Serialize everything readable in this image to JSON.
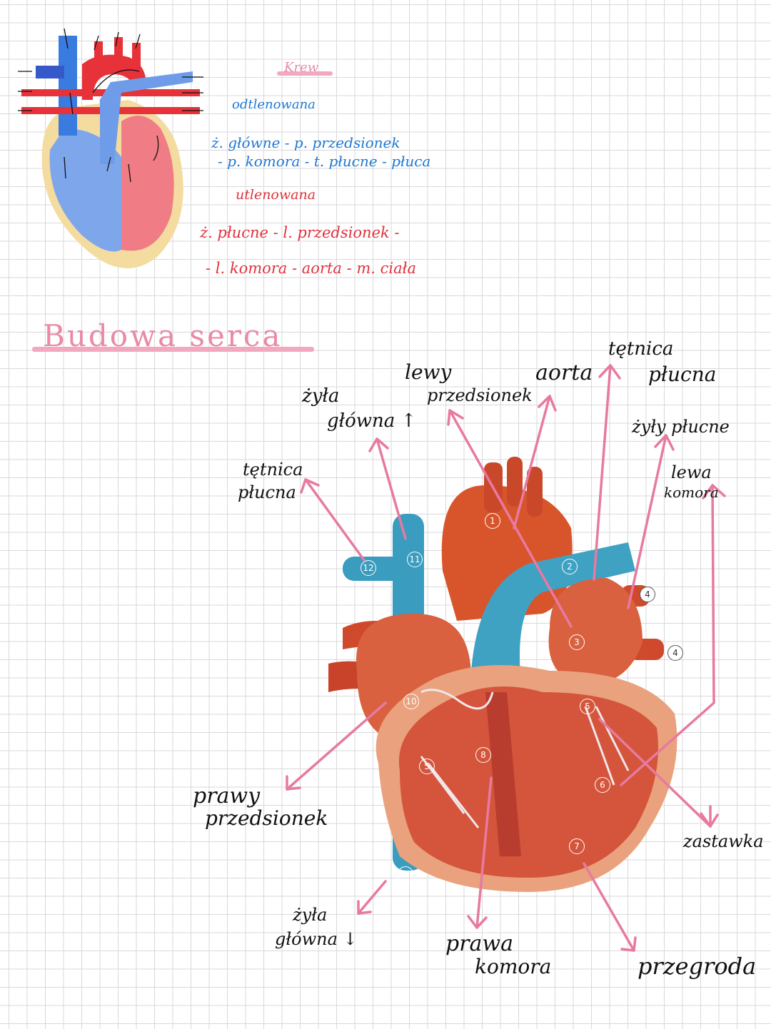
{
  "legend": {
    "title": "Krew",
    "deoxy_title": "odtlenowana",
    "deoxy_line1": "ż. główne - p. przedsionek",
    "deoxy_line2": "- p. komora - t. płucne - płuca",
    "oxy_title": "utlenowana",
    "oxy_line1": "ż. płucne - l. przedsionek -",
    "oxy_line2": "- l. komora - aorta - m. ciała"
  },
  "heading": "Budowa serca",
  "labels": {
    "tetnica_pluc_top": "tętnica",
    "tetnica_pluc_top2": "płucna",
    "aorta": "aorta",
    "lewy_przedsionek": "lewy",
    "lewy_przedsionek2": "przedsionek",
    "zyla_glowna_top": "żyła",
    "zyla_glowna_top2": "główna ↑",
    "zyly_plucne": "żyły płucne",
    "tetnica_plucna_left": "tętnica",
    "tetnica_plucna_left2": "płucna",
    "lewa_komora": "lewa",
    "lewa_komora2": "komora",
    "prawy_przedsionek": "prawy",
    "prawy_przedsionek2": "przedsionek",
    "zastawka": "zastawka",
    "zyla_glowna_bottom": "żyła",
    "zyla_glowna_bottom2": "główna ↓",
    "prawa_komora": "prawa",
    "prawa_komora2": "komora",
    "przegroda": "przegroda"
  },
  "numbers": [
    "1",
    "2",
    "3",
    "4",
    "4",
    "5",
    "5",
    "6",
    "7",
    "8",
    "9",
    "10",
    "11",
    "12"
  ],
  "colors": {
    "deoxy": "#1f78d1",
    "oxy": "#e0323c",
    "arrow": "#e77aa0",
    "heading": "#e98aa6"
  }
}
